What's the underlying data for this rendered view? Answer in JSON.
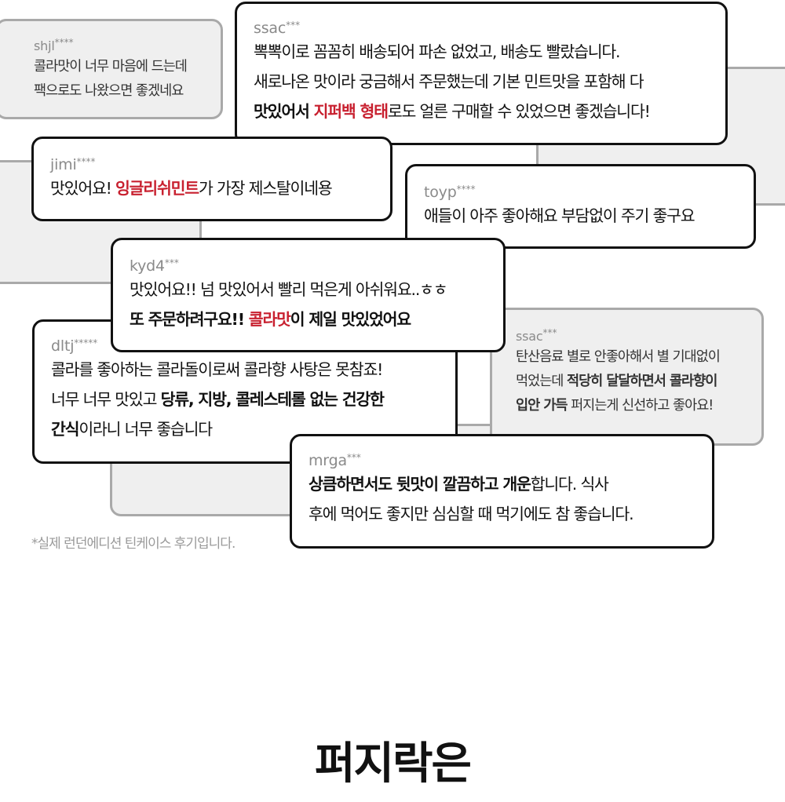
{
  "colors": {
    "highlight": "#c8202f",
    "card_border": "#111111",
    "gray_card_bg": "#efefef",
    "gray_border": "#a9a9a9",
    "username": "#8a8a8a"
  },
  "reviews": [
    {
      "user": "shjl",
      "mask": "****",
      "style": "gray",
      "lines": [
        [
          {
            "t": "콜라맛이 너무 마음에 드는데"
          }
        ],
        [
          {
            "t": "팩으로도 나왔으면 좋겠네요"
          }
        ]
      ]
    },
    {
      "user": "ssac",
      "mask": "***",
      "style": "white",
      "lines": [
        [
          {
            "t": "뽁뽁이로 꼼꼼히 배송되어 파손 없었고, 배송도 빨랐습니다."
          }
        ],
        [
          {
            "t": "새로나온 맛이라 궁금해서 주문했는데 기본 민트맛을 포함해 다"
          }
        ],
        [
          {
            "t": "맛있어서 ",
            "b": true
          },
          {
            "t": "지퍼백 형태",
            "r": true
          },
          {
            "t": "로도 얼른 구매할 수 있었으면 좋겠습니다!"
          }
        ]
      ]
    },
    {
      "user": "jimi",
      "mask": "****",
      "style": "white",
      "lines": [
        [
          {
            "t": "맛있어요! "
          },
          {
            "t": "잉글리쉬민트",
            "r": true
          },
          {
            "t": "가 가장 제스탈이네용"
          }
        ]
      ]
    },
    {
      "user": "toyp",
      "mask": "****",
      "style": "white",
      "lines": [
        [
          {
            "t": "애들이 아주 좋아해요 부담없이 주기 좋구요"
          }
        ]
      ]
    },
    {
      "user": "kyd4",
      "mask": "***",
      "style": "white",
      "lines": [
        [
          {
            "t": "맛있어요!! 넘 맛있어서 빨리 먹은게 아쉬워요..ㅎㅎ"
          }
        ],
        [
          {
            "t": "또 주문하려구요!! ",
            "b": true
          },
          {
            "t": "콜라맛",
            "r": true
          },
          {
            "t": "이 제일 맛있었어요",
            "b": true
          }
        ]
      ]
    },
    {
      "user": "dltj",
      "mask": "*****",
      "style": "white",
      "lines": [
        [
          {
            "t": "콜라를 좋아하는 콜라돌이로써 콜라향 사탕은 못참죠!"
          }
        ],
        [
          {
            "t": "너무 너무 맛있고 "
          },
          {
            "t": "당류, 지방, 콜레스테롤 없는 건강한",
            "b": true
          }
        ],
        [
          {
            "t": "간식",
            "b": true
          },
          {
            "t": "이라니 너무 좋습니다"
          }
        ]
      ]
    },
    {
      "user": "ssac",
      "mask": "***",
      "style": "gray",
      "lines": [
        [
          {
            "t": "탄산음료 별로 안좋아해서 별 기대없이"
          }
        ],
        [
          {
            "t": "먹었는데 "
          },
          {
            "t": "적당히 달달하면서 콜라향이",
            "b": true
          }
        ],
        [
          {
            "t": "입안 가득",
            "b": true
          },
          {
            "t": " 퍼지는게 신선하고 좋아요!"
          }
        ]
      ]
    },
    {
      "user": "mrga",
      "mask": "***",
      "style": "white",
      "lines": [
        [
          {
            "t": "상큼하면서도 뒷맛이 깔끔하고 개운",
            "b": true
          },
          {
            "t": "합니다. 식사"
          }
        ],
        [
          {
            "t": "후에 먹어도 좋지만 심심할 때 먹기에도 참 좋습니다."
          }
        ]
      ]
    }
  ],
  "footnote": "*실제 런던에디션 틴케이스 후기입니다.",
  "section_title": "퍼지락은"
}
